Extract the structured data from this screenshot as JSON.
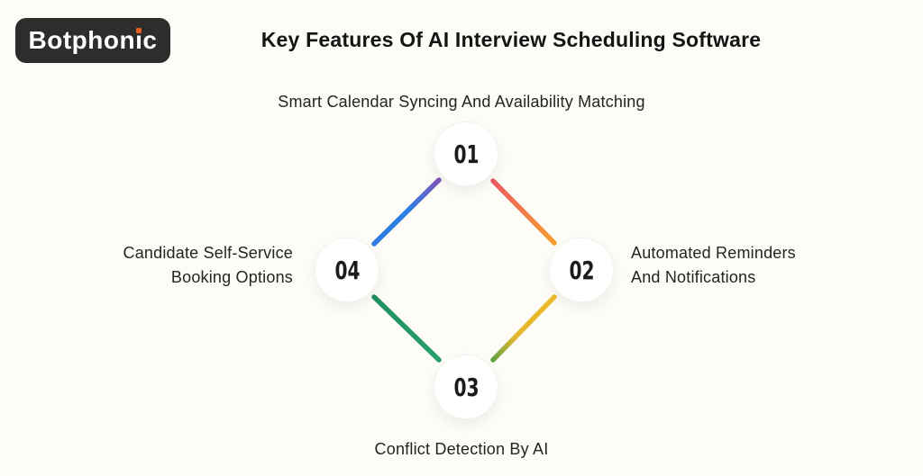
{
  "page": {
    "background_color": "#fdfcf6",
    "title": "Key Features Of AI Interview Scheduling Software"
  },
  "logo": {
    "text": "Botphonic",
    "text_pre": "Botphon",
    "text_i_dotless": "ı",
    "text_post": "c",
    "bg_color": "#2e2c2c",
    "text_color": "#ffffff",
    "i_dot_color": "#e8611c"
  },
  "diagram": {
    "nodes": [
      {
        "number": "01",
        "position": "top",
        "feature": "Smart Calendar Syncing And Availability Matching"
      },
      {
        "number": "02",
        "position": "right",
        "feature": "Automated Reminders And Notifications"
      },
      {
        "number": "03",
        "position": "bottom",
        "feature": "Conflict Detection By AI"
      },
      {
        "number": "04",
        "position": "left",
        "feature": "Candidate Self-Service Booking Options"
      }
    ],
    "labels": {
      "top": "Smart Calendar Syncing And Availability Matching",
      "right_line1": "Automated Reminders",
      "right_line2": "And Notifications",
      "left_line1": "Candidate Self-Service",
      "left_line2": "Booking Options",
      "bottom": "Conflict Detection By AI"
    },
    "connector_colors": {
      "top_left_start": "#2e7de3",
      "top_left_end": "#7e57b8",
      "top_right_start": "#ed5a62",
      "top_right_end": "#f59e2f",
      "bottom_right_start": "#edbb2a",
      "bottom_right_mid": "#e2b62e",
      "bottom_right_end": "#5fa344",
      "bottom_left_start": "#2aa06b",
      "bottom_left_end": "#1f8f5f"
    }
  }
}
